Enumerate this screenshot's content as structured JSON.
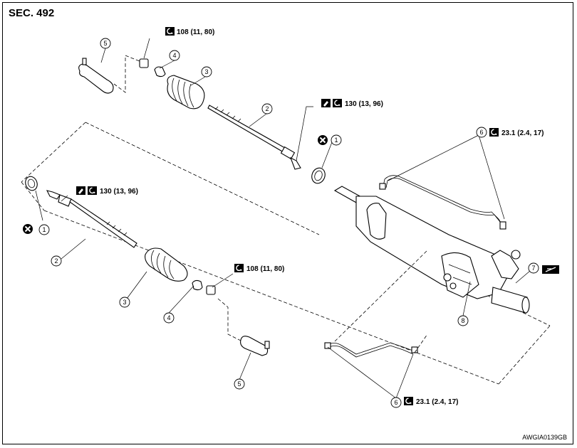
{
  "section_title": "SEC. 492",
  "figure_code": "AWGIA0139GB",
  "callouts": {
    "torque_108_top": "108 (11, 80)",
    "torque_130_top": "130 (13, 96)",
    "torque_130_left": "130 (13, 96)",
    "torque_108_bottom": "108 (11, 80)",
    "torque_23_top": "23.1 (2.4, 17)",
    "torque_23_bottom": "23.1 (2.4, 17)"
  },
  "part_numbers": {
    "n1": "1",
    "n2": "2",
    "n3": "3",
    "n4": "4",
    "n5": "5",
    "n6": "6",
    "n7": "7",
    "n8": "8"
  },
  "icons": {
    "torque": "torque-wrench-icon",
    "locking_sealant": "locking-sealant-icon",
    "do_not_reuse": "do-not-reuse-icon",
    "grease": "grease-icon"
  }
}
